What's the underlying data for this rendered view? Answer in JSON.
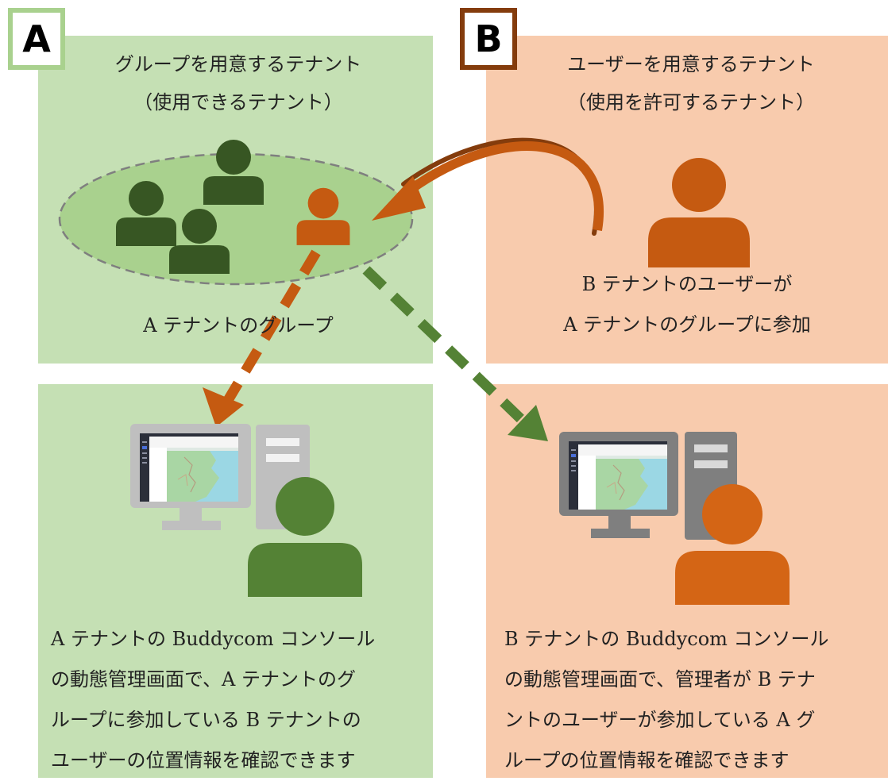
{
  "tenant_a": {
    "badge": "A",
    "title_line1": "グループを用意するテナント",
    "title_line2": "（使用できるテナント）",
    "group_label": "A テナントのグループ",
    "bottom_text": [
      "A テナントの Buddycom コンソール",
      "の動態管理画面で、A テナントのグ",
      "ループに参加している B テナントの",
      "ユーザーの位置情報を確認できます"
    ]
  },
  "tenant_b": {
    "badge": "B",
    "title_line1": "ユーザーを用意するテナント",
    "title_line2": "（使用を許可するテナント）",
    "user_label_line1": "B テナントのユーザーが",
    "user_label_line2": "A テナントのグループに参加",
    "bottom_text": [
      "B テナントの Buddycom コンソール",
      "の動態管理画面で、管理者が B テナ",
      "ントのユーザーが参加している A グ",
      "ループの位置情報を確認できます"
    ]
  },
  "colors": {
    "panel_a": "#c5e0b4",
    "panel_b": "#f8cbad",
    "dark_green_person": "#375623",
    "green_person": "#548235",
    "orange_person": "#c55a11",
    "orange_person_light": "#d46515",
    "arrow_orange": "#c55a11",
    "arrow_green": "#548235"
  },
  "icons": [
    "user-icon",
    "computer-icon",
    "arrow-icon"
  ]
}
